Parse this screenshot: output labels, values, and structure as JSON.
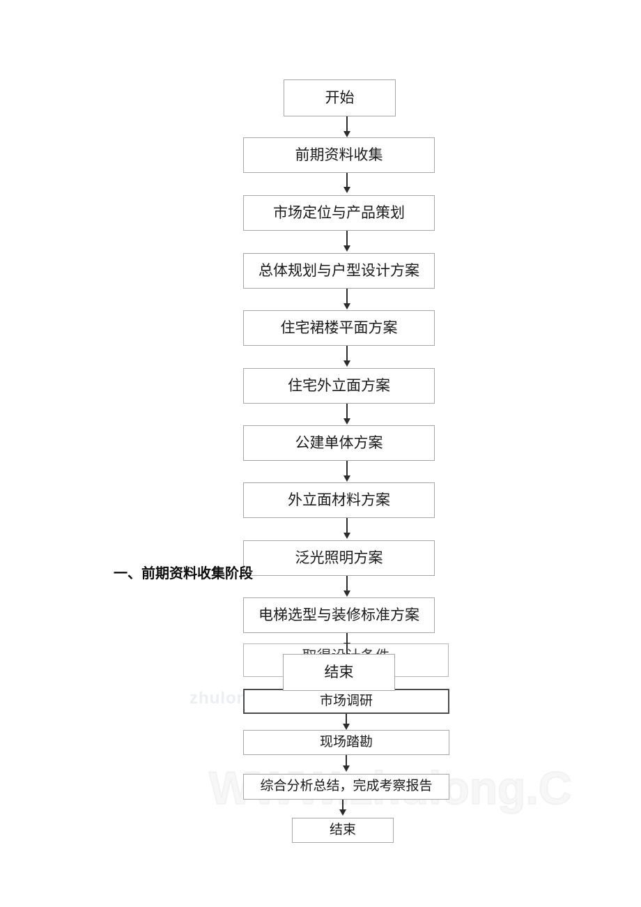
{
  "document": {
    "section_heading": "一、前期资料收集阶段"
  },
  "watermarks": {
    "small": "zhulong",
    "large": "WWW.zhulong.C"
  },
  "flowchart": {
    "type": "flowchart",
    "orientation": "top-to-bottom",
    "main_process": {
      "start": "开始",
      "steps": [
        "前期资料收集",
        "市场定位与产品策划",
        "总体规划与户型设计方案",
        "住宅裙楼平面方案",
        "住宅外立面方案",
        "公建单体方案",
        "外立面材料方案",
        "泛光照明方案",
        "电梯选型与装修标准方案",
        "取得设计条件"
      ]
    },
    "sub_process": {
      "steps": [
        "市场调研",
        "现场踏勘",
        "综合分析总结，完成考察报告"
      ],
      "end": "结束"
    },
    "overlay_end": "结束"
  }
}
